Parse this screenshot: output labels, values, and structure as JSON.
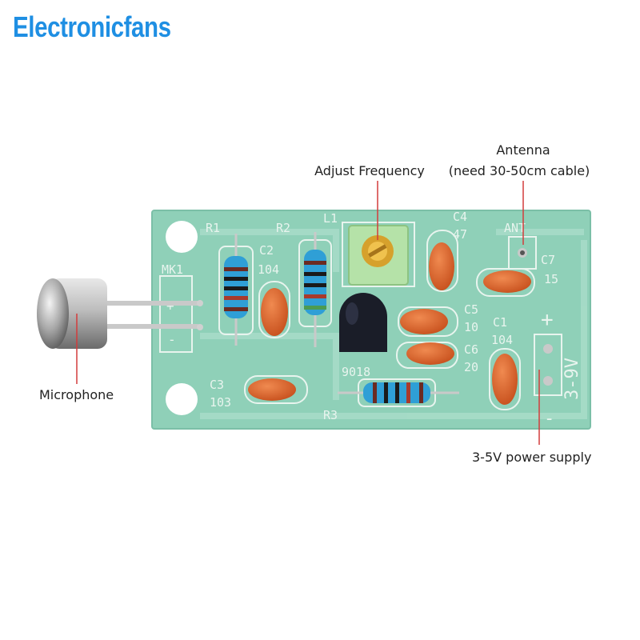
{
  "brand": {
    "text": "Electronicfans",
    "color": "#1f8fe3"
  },
  "annotations": {
    "antenna": {
      "title": "Antenna",
      "note": "(need 30-50cm cable)"
    },
    "adjust_frequency": "Adjust Frequency",
    "microphone": "Microphone",
    "power_supply": "3-5V power supply"
  },
  "silkscreen": {
    "r1": "R1",
    "r2": "R2",
    "r3": "R3",
    "l1": "L1",
    "mk1": "MK1",
    "c1": "C1",
    "c1_value": "104",
    "c2": "C2",
    "c2_value": "104",
    "c3": "C3",
    "c3_value": "103",
    "c4": "C4",
    "c4_value": "47",
    "c5": "C5",
    "c5_value": "10",
    "c6": "C6",
    "c6_value": "20",
    "c7": "C7",
    "c7_value": "15",
    "ant": "ANT",
    "transistor": "9018",
    "voltage": "3-9V",
    "plus": "+",
    "minus": "-"
  },
  "colors": {
    "pcb": "#8fd0b8",
    "silkscreen": "#e8f4ee",
    "capacitor": "#e0662a",
    "resistor_r1": "#2f9fd6",
    "resistor_r2": "#2f9fd6",
    "resistor_r3": "#2f9fd6",
    "trimmer": "#b5e2a8",
    "transistor": "#1a1d28",
    "pointer_line": "#d23c3c"
  }
}
